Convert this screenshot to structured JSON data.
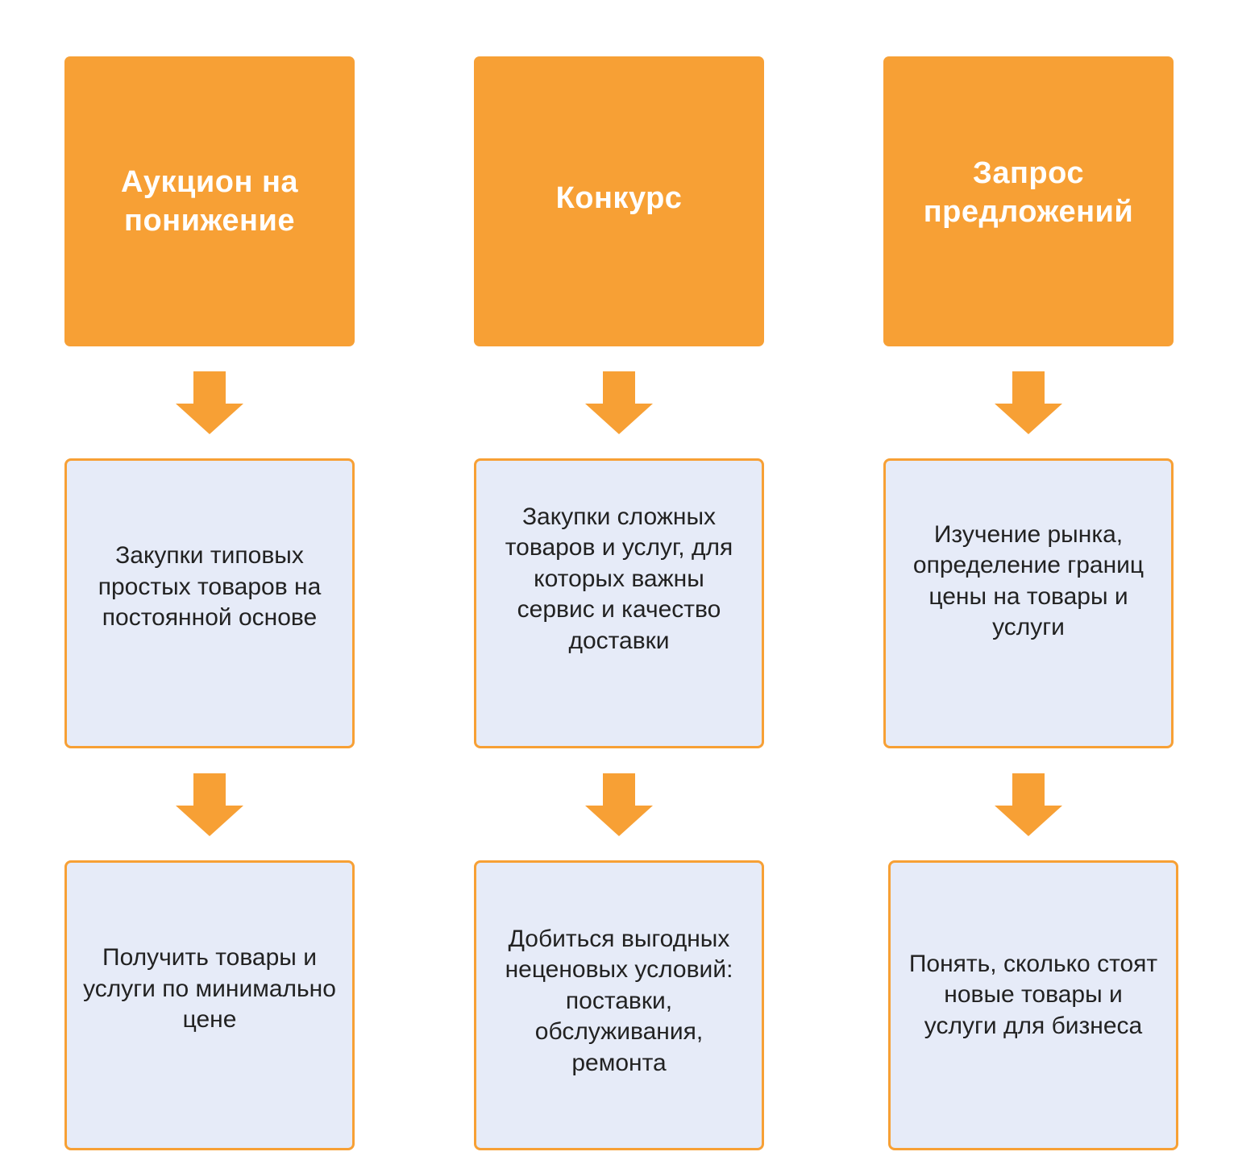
{
  "colors": {
    "accent": "#f7a035",
    "box_fill": "#e6ebf8",
    "text": "#222222"
  },
  "columns": [
    {
      "title": "Аукцион на понижение",
      "purpose": "Закупки типовых простых товаров на постоянной основе",
      "goal": "Получить товары и услуги по минимально цене"
    },
    {
      "title": "Конкурс",
      "purpose": "Закупки сложных товаров и услуг, для которых важны сервис и качество доставки",
      "goal": "Добиться выгодных неценовых условий: поставки, обслуживания, ремонта"
    },
    {
      "title": "Запрос предложений",
      "purpose": "Изучение рынка, определение границ цены на товары и услуги",
      "goal": "Понять, сколько стоят новые товары и услуги для бизнеса"
    }
  ]
}
